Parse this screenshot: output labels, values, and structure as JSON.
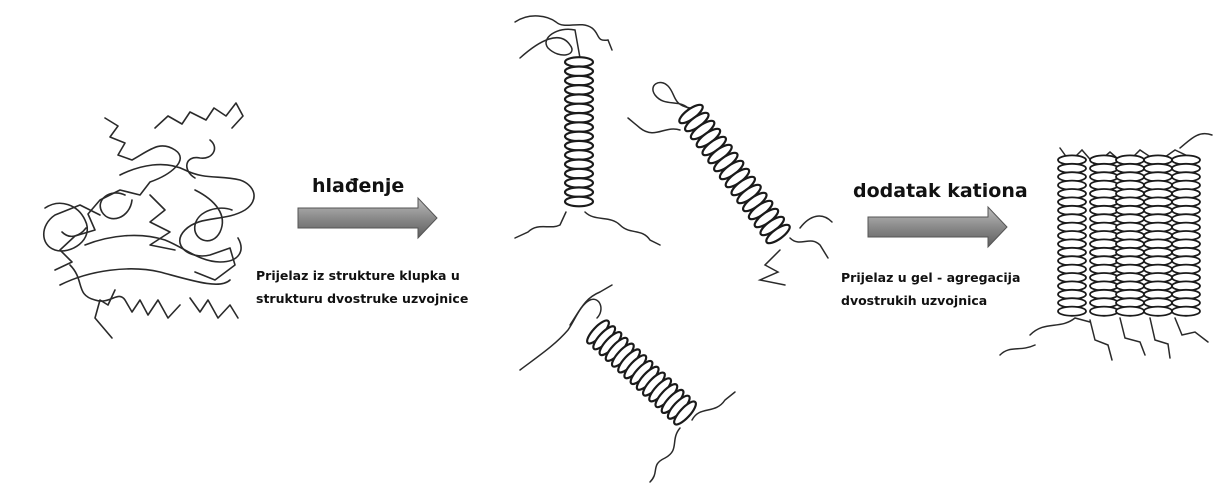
{
  "step1": {
    "title": "hlađenje",
    "desc_line1": "Prijelaz iz strukture klupka u",
    "desc_line2": "strukturu dvostruke uzvojnice"
  },
  "step2": {
    "title": "dodatak kationa",
    "desc_line1": "Prijelaz u gel - agregacija",
    "desc_line2": "dvostrukih uzvojnica"
  },
  "colors": {
    "arrow_light": "#b0b0b0",
    "arrow_dark": "#6e6e6e",
    "line": "#2a2a2a"
  }
}
